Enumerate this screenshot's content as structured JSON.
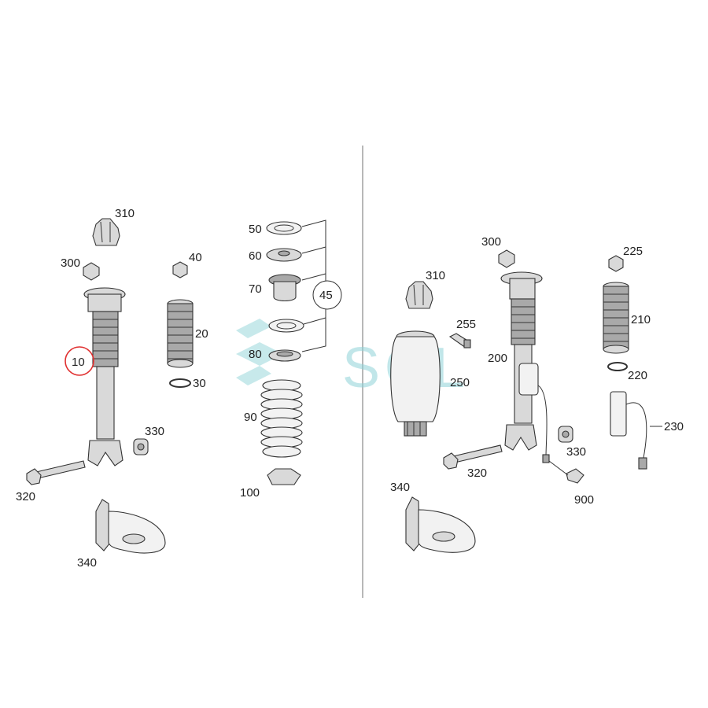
{
  "labels": {
    "l310": "310",
    "l300": "300",
    "l40": "40",
    "l20": "20",
    "l10": "10",
    "l30": "30",
    "l330": "330",
    "l320": "320",
    "l340": "340",
    "l50": "50",
    "l60": "60",
    "l70": "70",
    "l45": "45",
    "l80": "80",
    "l90": "90",
    "l100": "100",
    "r310": "310",
    "r300": "300",
    "r225": "225",
    "r255": "255",
    "r210": "210",
    "r200": "200",
    "r250": "250",
    "r220": "220",
    "r230": "230",
    "r330": "330",
    "r320": "320",
    "r900": "900",
    "r340": "340"
  },
  "watermark": "SOL",
  "highlight_color": "#e03030",
  "watermark_color": "#8fd3d8"
}
